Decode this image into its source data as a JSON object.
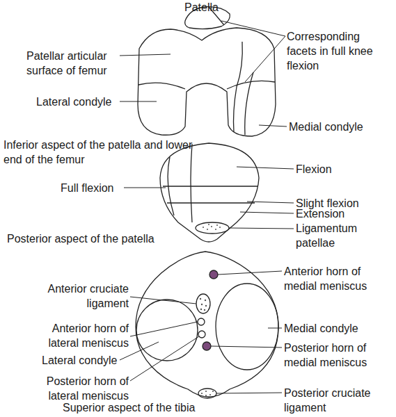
{
  "diagram": {
    "labels": [
      "Patella",
      "Corresponding facets in full knee flexion",
      "Patellar articular surface of femur",
      "Lateral condyle",
      "Medial condyle",
      "Inferior aspect of the patella and lower end of the femur",
      "Flexion",
      "Full flexion",
      "Slight flexion",
      "Extension",
      "Posterior aspect of the patella",
      "Ligamentum patellae",
      "Anterior horn of medial meniscus",
      "Anterior cruciate ligament",
      "Anterior horn of lateral meniscus",
      "Medial condyle",
      "Lateral condyle",
      "Posterior horn of medial meniscus",
      "Posterior horn of lateral meniscus",
      "Posterior cruciate ligament",
      "Superior aspect of the tibia"
    ]
  }
}
